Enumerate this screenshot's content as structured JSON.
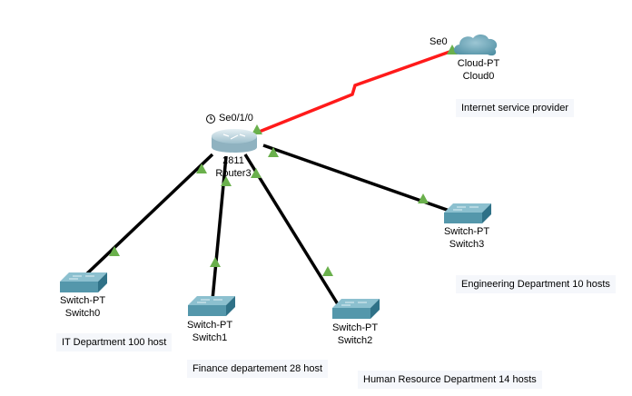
{
  "devices": {
    "router": {
      "model": "2811",
      "name": "Router3",
      "port": "Se0/1/0"
    },
    "cloud": {
      "model": "Cloud-PT",
      "name": "Cloud0",
      "port": "Se0"
    },
    "switch0": {
      "model": "Switch-PT",
      "name": "Switch0"
    },
    "switch1": {
      "model": "Switch-PT",
      "name": "Switch1"
    },
    "switch2": {
      "model": "Switch-PT",
      "name": "Switch2"
    },
    "switch3": {
      "model": "Switch-PT",
      "name": "Switch3"
    }
  },
  "notes": {
    "isp": "Internet service provider",
    "it": "IT Department 100 host",
    "finance": "Finance departement 28 host",
    "hr": "Human Resource Department 14 hosts",
    "engineering": "Engineering Department 10 hosts"
  },
  "links": [
    {
      "from": "Router3",
      "to": "Cloud0",
      "type": "serial",
      "color": "#ff1a1a",
      "status": "up"
    },
    {
      "from": "Router3",
      "to": "Switch0",
      "type": "copper-straight",
      "color": "#000000",
      "status": "up"
    },
    {
      "from": "Router3",
      "to": "Switch1",
      "type": "copper-straight",
      "color": "#000000",
      "status": "up"
    },
    {
      "from": "Router3",
      "to": "Switch2",
      "type": "copper-straight",
      "color": "#000000",
      "status": "up"
    },
    {
      "from": "Router3",
      "to": "Switch3",
      "type": "copper-straight",
      "color": "#000000",
      "status": "up"
    }
  ],
  "colors": {
    "link_up": "#6ab04c",
    "device_body": "#5a9bb0",
    "device_dark": "#2f7187"
  }
}
